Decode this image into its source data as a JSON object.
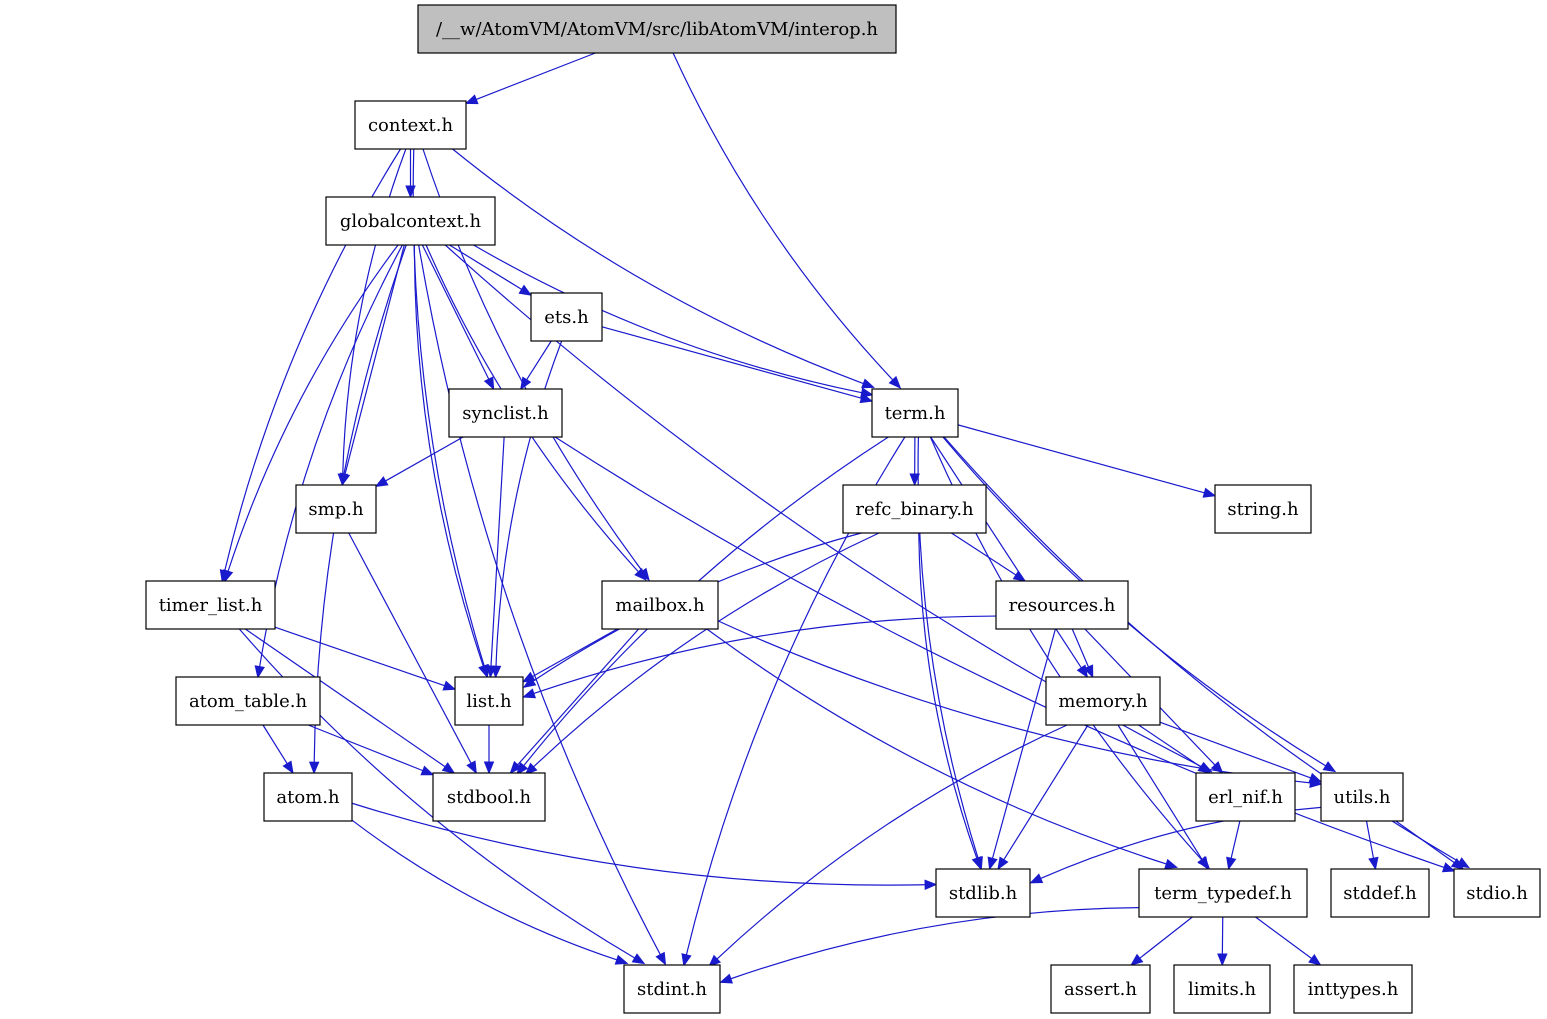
{
  "diagram": {
    "nodes": [
      {
        "id": "interop",
        "label": "/__w/AtomVM/AtomVM/src/libAtomVM/interop.h",
        "root": true
      },
      {
        "id": "context",
        "label": "context.h"
      },
      {
        "id": "globalcontext",
        "label": "globalcontext.h"
      },
      {
        "id": "ets",
        "label": "ets.h"
      },
      {
        "id": "term",
        "label": "term.h"
      },
      {
        "id": "synclist",
        "label": "synclist.h"
      },
      {
        "id": "smp",
        "label": "smp.h"
      },
      {
        "id": "refc_binary",
        "label": "refc_binary.h"
      },
      {
        "id": "string",
        "label": "string.h"
      },
      {
        "id": "timer_list",
        "label": "timer_list.h"
      },
      {
        "id": "mailbox",
        "label": "mailbox.h"
      },
      {
        "id": "resources",
        "label": "resources.h"
      },
      {
        "id": "atom_table",
        "label": "atom_table.h"
      },
      {
        "id": "list",
        "label": "list.h"
      },
      {
        "id": "memory",
        "label": "memory.h"
      },
      {
        "id": "atom",
        "label": "atom.h"
      },
      {
        "id": "stdbool",
        "label": "stdbool.h"
      },
      {
        "id": "erl_nif",
        "label": "erl_nif.h"
      },
      {
        "id": "utils",
        "label": "utils.h"
      },
      {
        "id": "stdlib",
        "label": "stdlib.h"
      },
      {
        "id": "term_typedef",
        "label": "term_typedef.h"
      },
      {
        "id": "stddef",
        "label": "stddef.h"
      },
      {
        "id": "stdio",
        "label": "stdio.h"
      },
      {
        "id": "stdint",
        "label": "stdint.h"
      },
      {
        "id": "assert",
        "label": "assert.h"
      },
      {
        "id": "limits",
        "label": "limits.h"
      },
      {
        "id": "inttypes",
        "label": "inttypes.h"
      }
    ],
    "edges": [
      [
        "interop",
        "context"
      ],
      [
        "interop",
        "term"
      ],
      [
        "context",
        "globalcontext"
      ],
      [
        "context",
        "term"
      ],
      [
        "context",
        "smp"
      ],
      [
        "context",
        "list"
      ],
      [
        "context",
        "mailbox"
      ],
      [
        "context",
        "timer_list"
      ],
      [
        "globalcontext",
        "ets"
      ],
      [
        "globalcontext",
        "term"
      ],
      [
        "globalcontext",
        "synclist"
      ],
      [
        "globalcontext",
        "smp"
      ],
      [
        "globalcontext",
        "list"
      ],
      [
        "globalcontext",
        "timer_list"
      ],
      [
        "globalcontext",
        "mailbox"
      ],
      [
        "globalcontext",
        "atom_table"
      ],
      [
        "globalcontext",
        "atom"
      ],
      [
        "globalcontext",
        "stdint"
      ],
      [
        "globalcontext",
        "erl_nif"
      ],
      [
        "ets",
        "synclist"
      ],
      [
        "ets",
        "term"
      ],
      [
        "ets",
        "list"
      ],
      [
        "synclist",
        "smp"
      ],
      [
        "synclist",
        "list"
      ],
      [
        "synclist",
        "stdio"
      ],
      [
        "smp",
        "stdbool"
      ],
      [
        "term",
        "refc_binary"
      ],
      [
        "term",
        "string"
      ],
      [
        "term",
        "memory"
      ],
      [
        "term",
        "utils"
      ],
      [
        "term",
        "term_typedef"
      ],
      [
        "term",
        "stdio"
      ],
      [
        "term",
        "stdlib"
      ],
      [
        "term",
        "stdbool"
      ],
      [
        "term",
        "stdint"
      ],
      [
        "refc_binary",
        "resources"
      ],
      [
        "refc_binary",
        "list"
      ],
      [
        "refc_binary",
        "stdbool"
      ],
      [
        "refc_binary",
        "stdlib"
      ],
      [
        "resources",
        "list"
      ],
      [
        "resources",
        "memory"
      ],
      [
        "resources",
        "erl_nif"
      ],
      [
        "resources",
        "stdlib"
      ],
      [
        "timer_list",
        "list"
      ],
      [
        "timer_list",
        "stdbool"
      ],
      [
        "timer_list",
        "stdint"
      ],
      [
        "mailbox",
        "list"
      ],
      [
        "mailbox",
        "stdbool"
      ],
      [
        "mailbox",
        "utils"
      ],
      [
        "mailbox",
        "term_typedef"
      ],
      [
        "atom_table",
        "atom"
      ],
      [
        "atom_table",
        "stdbool"
      ],
      [
        "atom",
        "stdint"
      ],
      [
        "atom",
        "stdlib"
      ],
      [
        "list",
        "stdbool"
      ],
      [
        "memory",
        "erl_nif"
      ],
      [
        "memory",
        "utils"
      ],
      [
        "memory",
        "term_typedef"
      ],
      [
        "memory",
        "stdlib"
      ],
      [
        "memory",
        "stdint"
      ],
      [
        "erl_nif",
        "term_typedef"
      ],
      [
        "utils",
        "stddef"
      ],
      [
        "utils",
        "stdio"
      ],
      [
        "utils",
        "stdlib"
      ],
      [
        "term_typedef",
        "assert"
      ],
      [
        "term_typedef",
        "limits"
      ],
      [
        "term_typedef",
        "inttypes"
      ],
      [
        "term_typedef",
        "stdint"
      ]
    ]
  },
  "colors": {
    "edge": "#1a1acd",
    "root_fill": "#bfbfbf",
    "node_fill": "#ffffff",
    "node_stroke": "#000000"
  }
}
